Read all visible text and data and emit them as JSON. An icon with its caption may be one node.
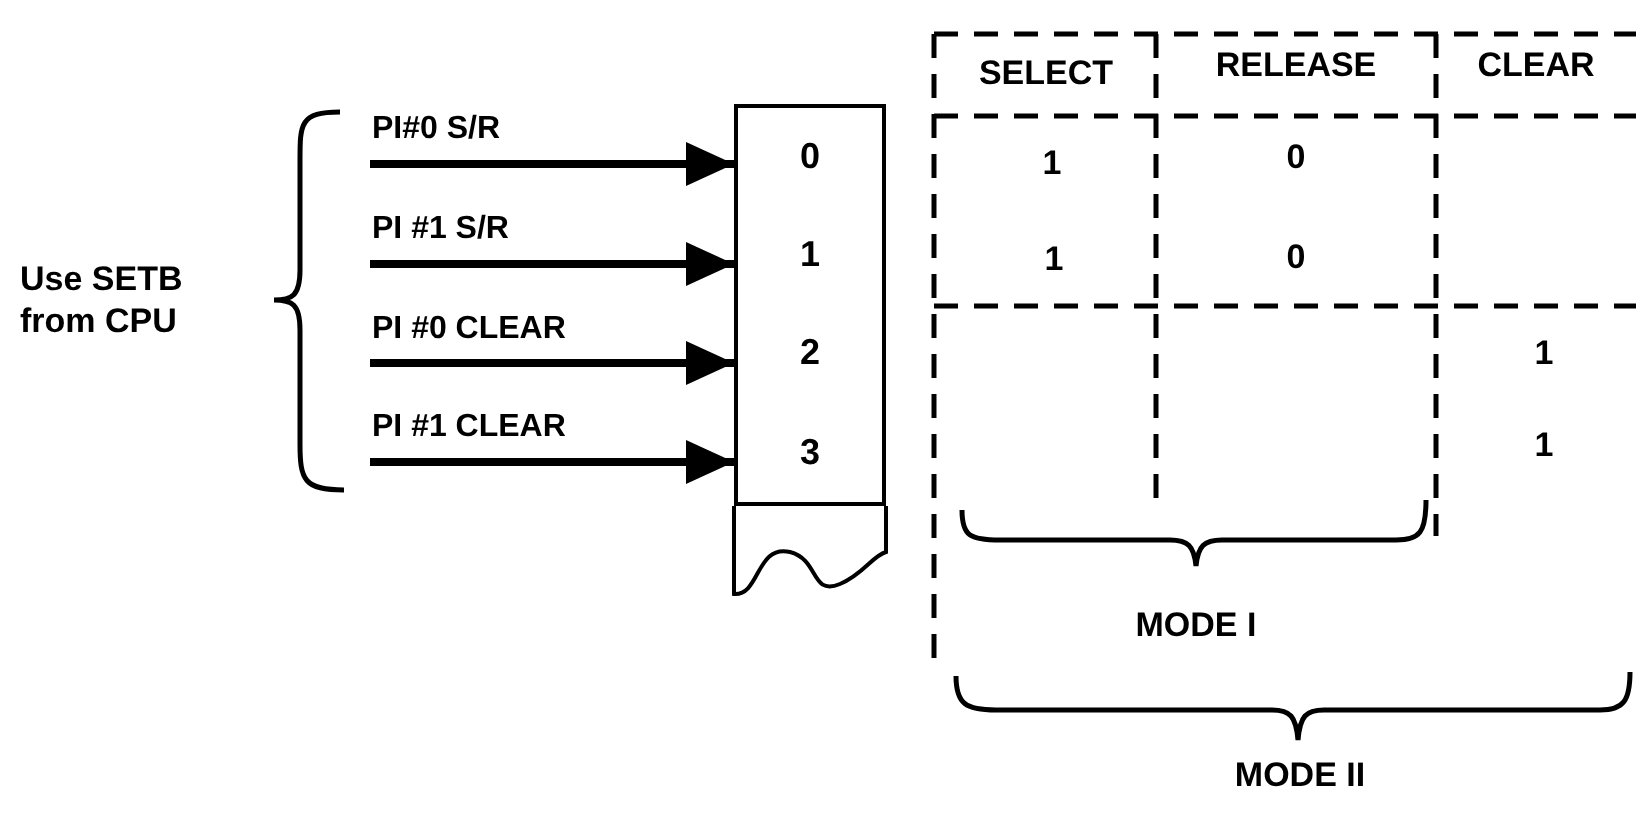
{
  "diagram": {
    "nodes": [
      {
        "text": [
          "0"
        ]
      },
      {
        "text": [
          "1"
        ]
      },
      {
        "text": [
          "2"
        ]
      },
      {
        "text": [
          "3"
        ]
      }
    ],
    "edges": [
      {
        "from": null,
        "to": 0,
        "arrow": "to",
        "label": "PI#0 S/R"
      },
      {
        "from": null,
        "to": 1,
        "arrow": "to",
        "label": "PI #1 S/R"
      },
      {
        "from": null,
        "to": 2,
        "arrow": "to",
        "label": "PI #0 CLEAR"
      },
      {
        "from": null,
        "to": 3,
        "arrow": "to",
        "label": "PI #1 CLEAR"
      }
    ],
    "labels": [
      "Use SETB from CPU",
      "SELECT",
      "RELEASE",
      "CLEAR",
      "1",
      "0",
      "1",
      "0",
      "1",
      "1",
      "MODE I",
      "MODE II"
    ]
  }
}
